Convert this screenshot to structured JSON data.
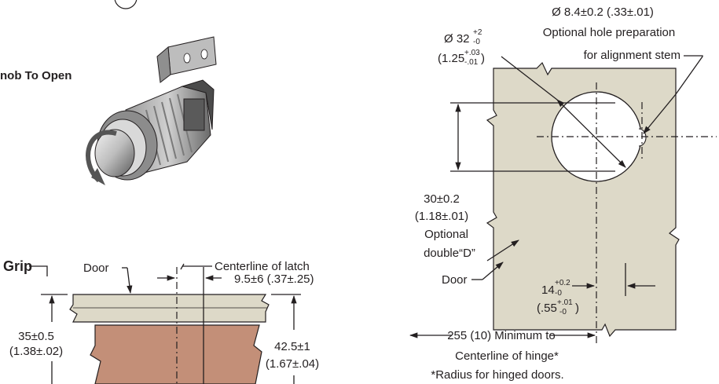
{
  "left": {
    "step_marker": "",
    "turn_knob_label": "nob To Open",
    "grip_label": "Grip",
    "door_label": "Door",
    "centerline_label": "Centerline of latch",
    "offset_dim": "9.5±6 (.37±.25)",
    "height_dim_mm": "35±0.5",
    "height_dim_in": "(1.38±.02)",
    "body_dim_mm": "42.5±1",
    "body_dim_in": "(1.67±.04)"
  },
  "right": {
    "stem_hole_dim": "Ø 8.4±0.2 (.33±.01)",
    "stem_hole_note_1": "Optional hole preparation",
    "stem_hole_note_2": "for alignment stem",
    "bore_dim": "Ø 32",
    "bore_tol_plus": "+2",
    "bore_tol_minus": "-0",
    "bore_in_open": "(1.25",
    "bore_in_plus": "+.03",
    "bore_in_minus": "-.01",
    "bore_in_close": ")",
    "flat_dim_mm": "30±0.2",
    "flat_dim_in": "(1.18±.01)",
    "flat_note_1": "Optional",
    "flat_note_2": "double“D”",
    "door_label": "Door",
    "offset_mm": "14",
    "offset_tol_plus": "+0.2",
    "offset_tol_minus": "-0",
    "offset_in_open": "(.55",
    "offset_in_plus": "+.01",
    "offset_in_minus": "-0",
    "offset_in_close": ")",
    "hinge_note_1": "255 (10) Minimum to",
    "hinge_note_2": "Centerline of hinge*",
    "hinge_footnote": "*Radius for hinged doors."
  },
  "colors": {
    "panel_fill": "#ddd9c8",
    "latch_body_fill": "#c38f78",
    "ink": "#231f20"
  }
}
